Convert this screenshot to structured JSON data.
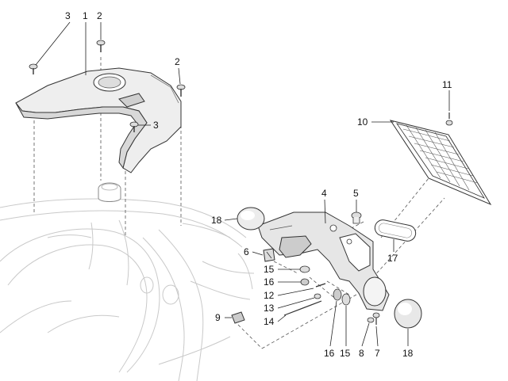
{
  "diagram": {
    "callouts": [
      {
        "id": "c3a",
        "label": "3"
      },
      {
        "id": "c2a",
        "label": "2"
      },
      {
        "id": "c1",
        "label": "1"
      },
      {
        "id": "c2b",
        "label": "2"
      },
      {
        "id": "c3b",
        "label": "3"
      },
      {
        "id": "c11",
        "label": "11"
      },
      {
        "id": "c10",
        "label": "10"
      },
      {
        "id": "c4",
        "label": "4"
      },
      {
        "id": "c5",
        "label": "5"
      },
      {
        "id": "c18a",
        "label": "18"
      },
      {
        "id": "c6",
        "label": "6"
      },
      {
        "id": "c15a",
        "label": "15"
      },
      {
        "id": "c16a",
        "label": "16"
      },
      {
        "id": "c12",
        "label": "12"
      },
      {
        "id": "c13",
        "label": "13"
      },
      {
        "id": "c14",
        "label": "14"
      },
      {
        "id": "c9",
        "label": "9"
      },
      {
        "id": "c17",
        "label": "17"
      },
      {
        "id": "c16b",
        "label": "16"
      },
      {
        "id": "c15b",
        "label": "15"
      },
      {
        "id": "c8",
        "label": "8"
      },
      {
        "id": "c7",
        "label": "7"
      },
      {
        "id": "c18b",
        "label": "18"
      }
    ]
  }
}
